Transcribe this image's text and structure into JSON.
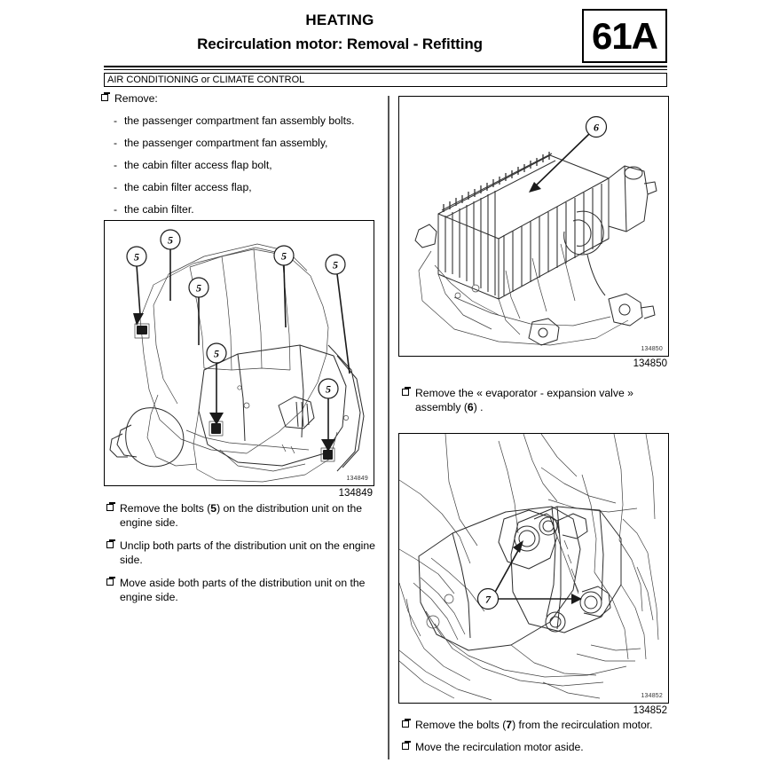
{
  "header": {
    "title_main": "HEATING",
    "title_sub": "Recirculation motor: Removal - Refitting",
    "chapter_code": "61A",
    "system_bar": "AIR CONDITIONING or CLIMATE CONTROL"
  },
  "left_column": {
    "remove_heading": "Remove:",
    "remove_items": [
      "the passenger compartment fan assembly bolts.",
      "the passenger compartment fan assembly,",
      "the cabin filter access flap bolt,",
      "the cabin filter access flap,",
      "the cabin filter."
    ],
    "dash": "-",
    "figure": {
      "id_inner": "134849",
      "caption": "134849",
      "callouts": [
        "5",
        "5",
        "5",
        "5",
        "5",
        "5"
      ]
    },
    "steps": [
      "Remove the bolts (5) on the distribution unit on the engine side.",
      "Unclip both parts of the distribution unit on the engine side.",
      "Move aside both parts of the distribution unit on the engine side."
    ],
    "steps_rich": [
      {
        "before": "Remove the bolts (",
        "bold": "5",
        "after": ") on the distribution unit on the engine side."
      },
      {
        "before": "Unclip both parts of the distribution unit on the engine side.",
        "bold": "",
        "after": ""
      },
      {
        "before": "Move aside both parts of the distribution unit on the engine side.",
        "bold": "",
        "after": ""
      }
    ]
  },
  "right_column": {
    "figure_top": {
      "id_inner": "134850",
      "caption": "134850",
      "callouts": [
        "6"
      ]
    },
    "step_top": {
      "before": "Remove the « evaporator - expansion valve » assembly (",
      "bold": "6",
      "after": ") ."
    },
    "figure_bottom": {
      "id_inner": "134852",
      "caption": "134852",
      "callouts": [
        "7"
      ]
    },
    "steps_bottom": [
      {
        "before": "Remove the bolts (",
        "bold": "7",
        "after": ") from the recirculation motor."
      },
      {
        "before": "Move the recirculation motor aside.",
        "bold": "",
        "after": ""
      }
    ]
  },
  "colors": {
    "ink": "#000000",
    "line": "#404040",
    "divider": "#555555",
    "paper": "#ffffff"
  }
}
